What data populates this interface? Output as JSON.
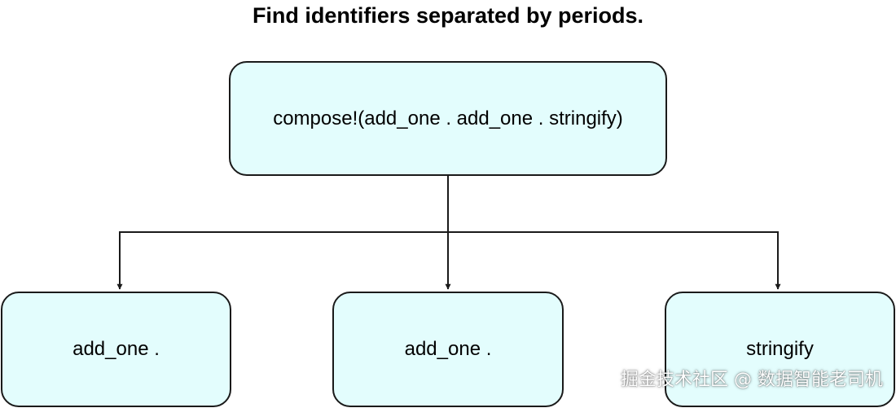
{
  "title": "Find identifiers separated by periods.",
  "colors": {
    "node_fill": "#e3fdfd",
    "node_border": "#1a1a1a",
    "edge": "#1a1a1a",
    "text": "#000000"
  },
  "nodes": {
    "root": "compose!(add_one . add_one . stringify)",
    "left": "add_one .",
    "middle": "add_one .",
    "right": "stringify"
  },
  "edges": [
    {
      "from": "root",
      "to": "left"
    },
    {
      "from": "root",
      "to": "middle"
    },
    {
      "from": "root",
      "to": "right"
    }
  ],
  "watermark": "掘金技术社区 @ 数据智能老司机"
}
